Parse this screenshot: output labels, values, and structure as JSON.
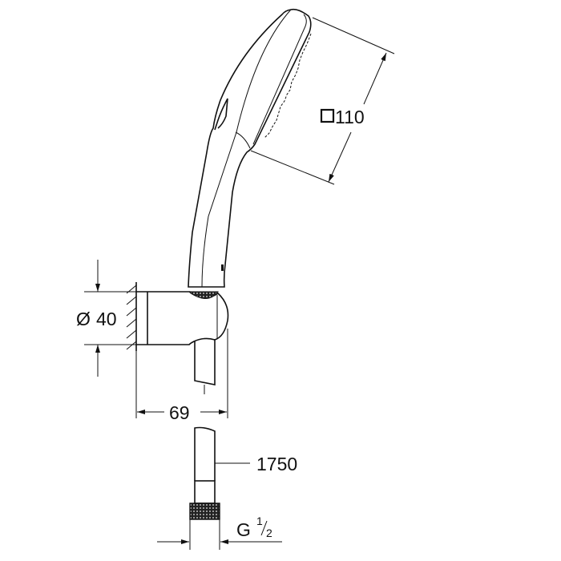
{
  "dimensions": {
    "head_size": {
      "symbol": "□",
      "value": "110"
    },
    "holder_diameter": {
      "symbol": "Ø",
      "value": "40"
    },
    "holder_projection": {
      "value": "69"
    },
    "hose_length": {
      "value": "1750"
    },
    "connection_thread": {
      "prefix": "G",
      "numerator": "1",
      "denominator": "2"
    }
  },
  "line_color": "#111111"
}
